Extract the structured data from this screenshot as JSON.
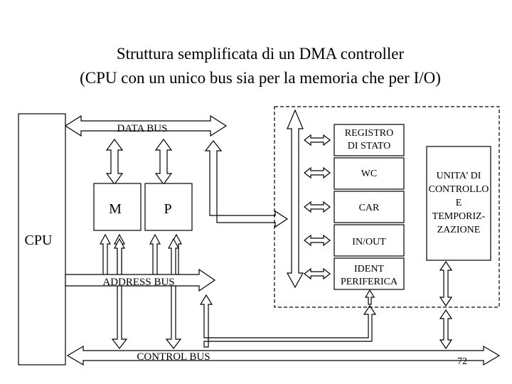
{
  "title": {
    "line1": "Struttura semplificata di un DMA controller",
    "line2": "(CPU con un unico bus sia per la memoria che per I/O)"
  },
  "cpu_label": "CPU",
  "memory_label": "M",
  "peripheral_label": "P",
  "buses": {
    "data": "DATA BUS",
    "address": "ADDRESS BUS",
    "control": "CONTROL BUS"
  },
  "dma_registers": [
    {
      "line1": "REGISTRO",
      "line2": "DI STATO"
    },
    {
      "line1": "WC"
    },
    {
      "line1": "CAR"
    },
    {
      "line1": "IN/OUT"
    },
    {
      "line1": "IDENT",
      "line2": "PERIFERICA"
    }
  ],
  "control_unit": {
    "lines": [
      "UNITA’ DI",
      "CONTROLLO",
      "E",
      "TEMPORIZ-",
      "ZAZIONE"
    ]
  },
  "page_number": "72"
}
